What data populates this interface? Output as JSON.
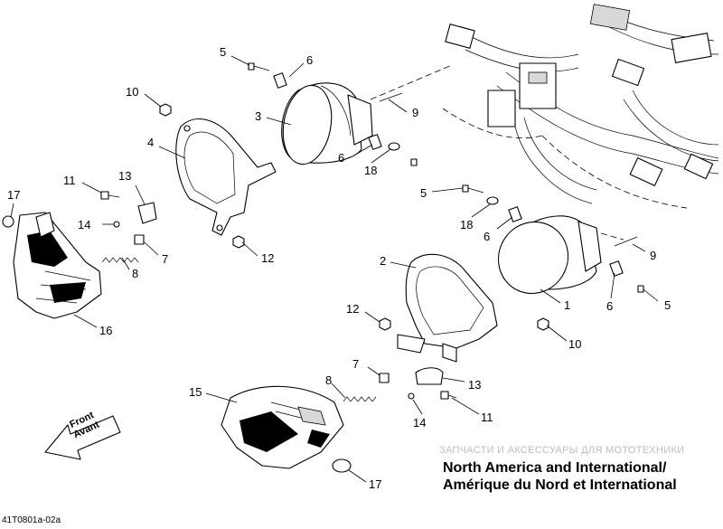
{
  "diagram": {
    "callouts": [
      "1",
      "2",
      "3",
      "4",
      "5",
      "6",
      "7",
      "8",
      "9",
      "10",
      "11",
      "12",
      "13",
      "14",
      "15",
      "16",
      "17",
      "18"
    ],
    "front_label": [
      "Front",
      "Avant"
    ],
    "watermark": "ЗАПЧАСТИ И АКСЕССУАРЫ ДЛЯ МОТОТЕХНИКИ",
    "market_line_1": "North America and International/",
    "market_line_2": "Amérique du Nord et International",
    "doc_id": "41T0801a-02a"
  }
}
